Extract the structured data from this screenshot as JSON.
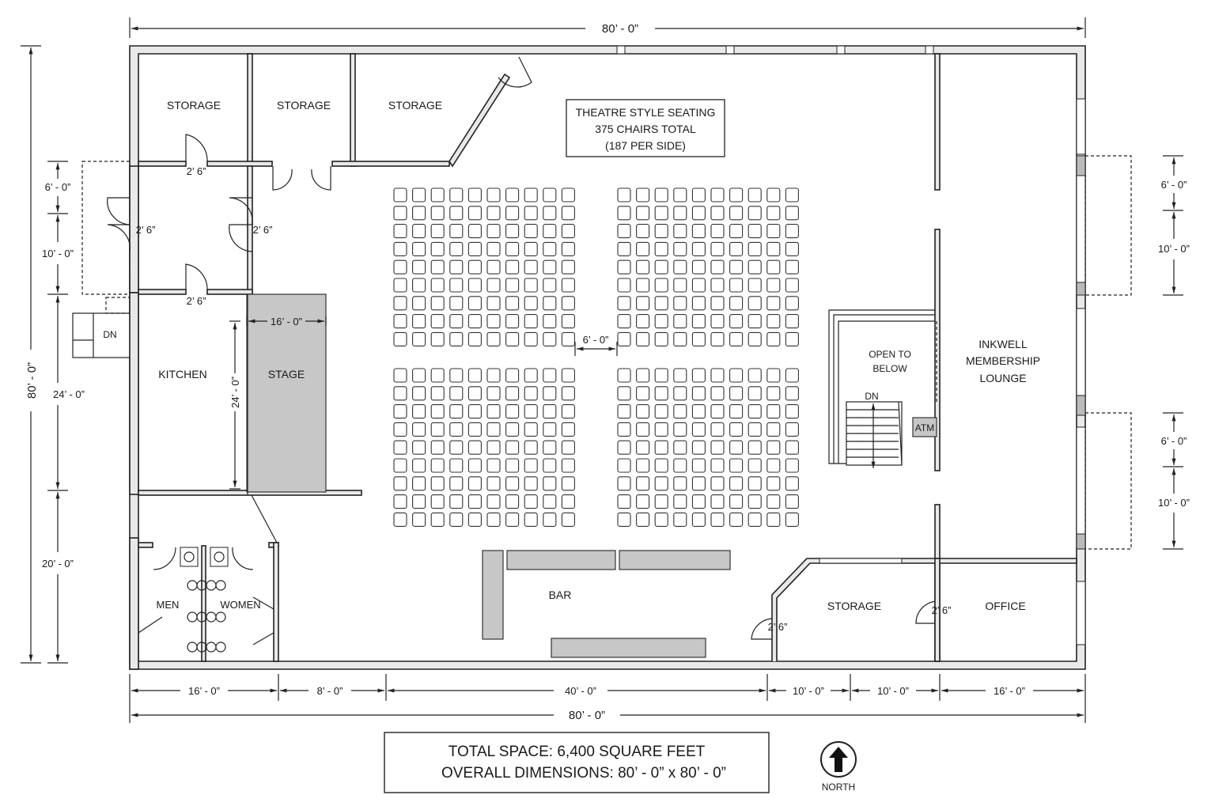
{
  "dimensions": {
    "top_overall": "80’ - 0”",
    "bottom_overall": "80’ - 0”",
    "left_overall": "80’ - 0”",
    "left_segments": [
      "6’ - 0”",
      "10’ - 0”",
      "24’ - 0”",
      "20’ - 0”"
    ],
    "right_upper": [
      "6’ - 0”",
      "10’ - 0”"
    ],
    "right_lower": [
      "6’ - 0”",
      "10’ - 0”"
    ],
    "bottom_segments": [
      "16’ - 0”",
      "8’ - 0”",
      "40’ - 0”",
      "10’ - 0”",
      "10’ - 0”",
      "16’ - 0”"
    ],
    "stage_width": "16’ - 0”",
    "stage_depth": "24’ - 0”",
    "aisle": "6’ - 0”"
  },
  "doors": {
    "storage_door": "2’ 6”",
    "corridor_left": "2’ 6”",
    "corridor_right": "2’ 6”",
    "kitchen_door": "2’ 6”",
    "storage_lower": "2’ 6”",
    "office_door": "2’ 6”"
  },
  "rooms": {
    "storage_1": "STORAGE",
    "storage_2": "STORAGE",
    "storage_3": "STORAGE",
    "kitchen": "KITCHEN",
    "stage": "STAGE",
    "men": "MEN",
    "women": "WOMEN",
    "bar": "BAR",
    "storage_lower": "STORAGE",
    "office": "OFFICE",
    "atm": "ATM",
    "stair_dn_left": "DN",
    "stair_dn_right": "DN",
    "open_below": [
      "OPEN TO",
      "BELOW"
    ],
    "lounge": [
      "INKWELL",
      "MEMBERSHIP",
      "LOUNGE"
    ]
  },
  "seating_note": [
    "THEATRE STYLE SEATING",
    "375 CHAIRS TOTAL",
    "(187 PER SIDE)"
  ],
  "seating_blocks": {
    "columns_per_block": 10,
    "rows_per_block": 9,
    "blocks": 4
  },
  "summary": {
    "line1": "TOTAL SPACE: 6,400 SQUARE FEET",
    "line2": "OVERALL DIMENSIONS: 80’ - 0” x 80’ - 0”"
  },
  "north_label": "NORTH",
  "colors": {
    "wall": "#e9e9e9",
    "stage": "#c7c7c7",
    "line": "#222222"
  }
}
